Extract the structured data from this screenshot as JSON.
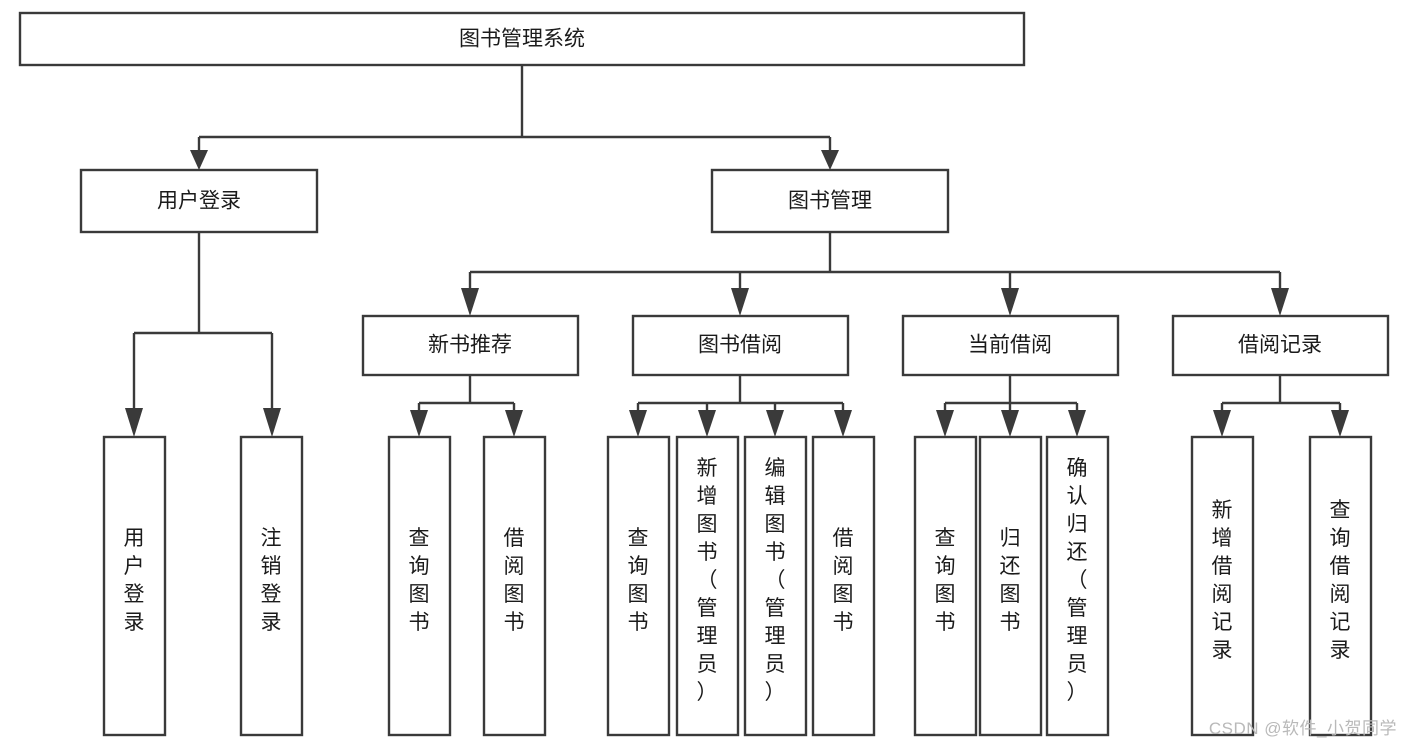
{
  "diagram": {
    "type": "tree-hierarchy",
    "title": "图书管理系统",
    "text_orientation_leaves": "vertical",
    "colors": {
      "box_stroke": "#3a3a3a",
      "box_fill": "#ffffff",
      "connector": "#3a3a3a",
      "label_text": "#1b1b1b",
      "background": "#ffffff",
      "watermark": "#b9b9b9"
    },
    "nodes": {
      "root": {
        "label": "图书管理系统"
      },
      "level2": [
        {
          "id": "user-login",
          "label": "用户登录"
        },
        {
          "id": "book-management",
          "label": "图书管理"
        }
      ],
      "level3": [
        {
          "id": "new-book-recommend",
          "label": "新书推荐"
        },
        {
          "id": "book-borrow",
          "label": "图书借阅"
        },
        {
          "id": "current-borrow",
          "label": "当前借阅"
        },
        {
          "id": "borrow-record",
          "label": "借阅记录"
        }
      ],
      "leaves": {
        "user-login": [
          {
            "id": "leaf-user-login",
            "label": "用户登录"
          },
          {
            "id": "leaf-logout",
            "label": "注销登录"
          }
        ],
        "new-book-recommend": [
          {
            "id": "leaf-query-book-1",
            "label": "查询图书"
          },
          {
            "id": "leaf-borrow-book-1",
            "label": "借阅图书"
          }
        ],
        "book-borrow": [
          {
            "id": "leaf-query-book-2",
            "label": "查询图书"
          },
          {
            "id": "leaf-add-book",
            "label": "新增图书（管理员）"
          },
          {
            "id": "leaf-edit-book",
            "label": "编辑图书（管理员）"
          },
          {
            "id": "leaf-borrow-book-2",
            "label": "借阅图书"
          }
        ],
        "current-borrow": [
          {
            "id": "leaf-query-book-3",
            "label": "查询图书"
          },
          {
            "id": "leaf-return-book",
            "label": "归还图书"
          },
          {
            "id": "leaf-confirm-return",
            "label": "确认归还（管理员）"
          }
        ],
        "borrow-record": [
          {
            "id": "leaf-add-record",
            "label": "新增借阅记录"
          },
          {
            "id": "leaf-query-record",
            "label": "查询借阅记录"
          }
        ]
      }
    },
    "watermark": "CSDN @软件_小贺同学"
  }
}
